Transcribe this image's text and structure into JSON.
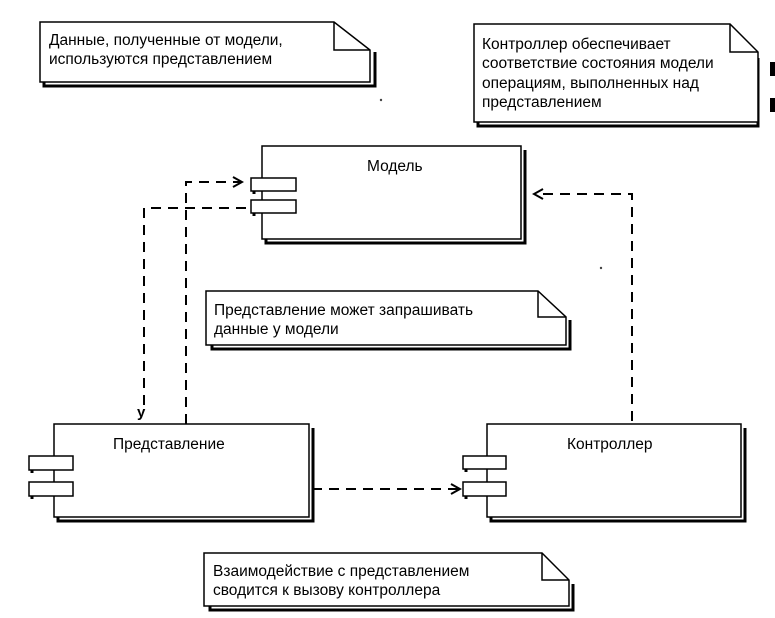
{
  "notes": {
    "model_data_note": [
      "Данные, полученные от модели,",
      "используются представлением"
    ],
    "controller_note": [
      "Контроллер обеспечивает",
      "соответствие состояния модели",
      "операциям, выполненных над",
      "представлением"
    ],
    "view_query_note": [
      "Представление может запрашивать",
      "данные у модели"
    ],
    "interaction_note": [
      "Взаимодействие с представлением",
      "сводится к вызову контроллера"
    ]
  },
  "components": {
    "model": "Модель",
    "view": "Представление",
    "controller": "Контроллер"
  },
  "labels": {
    "y_marker": "у"
  }
}
